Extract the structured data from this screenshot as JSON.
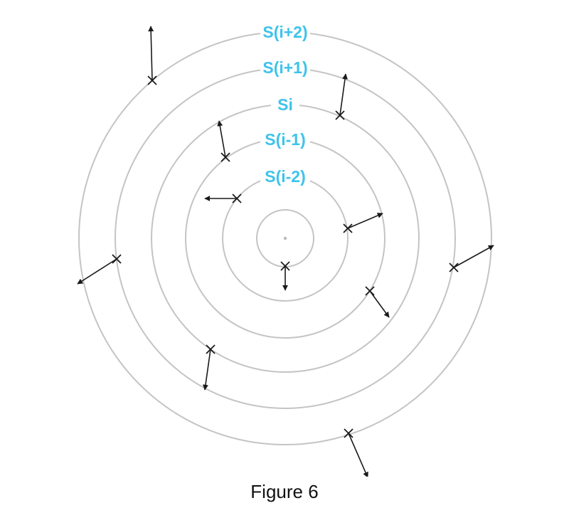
{
  "surfaces": [
    {
      "id": "S(i-2)",
      "label": "S(i-2)"
    },
    {
      "id": "S(i-1)",
      "label": "S(i-1)"
    },
    {
      "id": "Si",
      "label": "Si"
    },
    {
      "id": "S(i+1)",
      "label": "S(i+1)"
    },
    {
      "id": "S(i+2)",
      "label": "S(i+2)"
    }
  ],
  "caption": "Figure 6"
}
